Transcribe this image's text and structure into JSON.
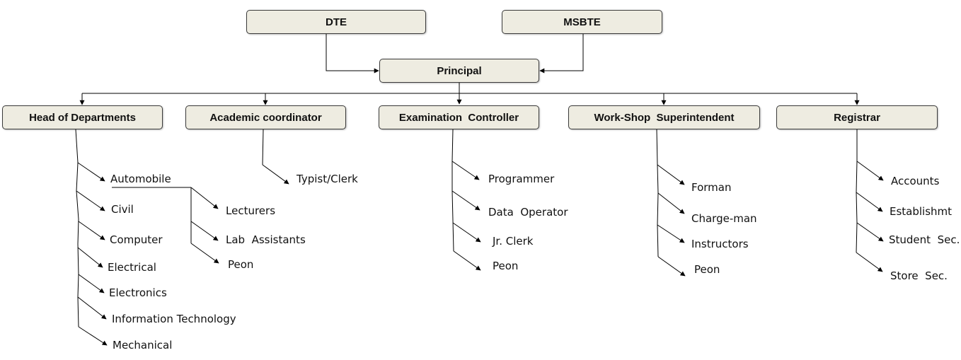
{
  "top": {
    "dte": "DTE",
    "msbte": "MSBTE"
  },
  "principal": "Principal",
  "heads": {
    "hod": "Head of Departments",
    "academic": "Academic coordinator",
    "exam": "Examination  Controller",
    "workshop": "Work-Shop  Superintendent",
    "registrar": "Registrar"
  },
  "departments": [
    "Automobile",
    "Civil",
    "Computer",
    "Electrical",
    "Electronics",
    "Information Technology",
    "Mechanical"
  ],
  "automobile_staff": [
    "Lecturers",
    "Lab  Assistants",
    "Peon"
  ],
  "academic_staff": [
    "Typist/Clerk"
  ],
  "exam_staff": [
    "Programmer",
    "Data  Operator",
    "Jr. Clerk",
    "Peon"
  ],
  "workshop_staff": [
    "Forman",
    "Charge-man",
    "Instructors",
    "Peon"
  ],
  "registrar_staff": [
    "Accounts",
    "Establishmt",
    "Student  Sec.",
    "Store  Sec."
  ]
}
